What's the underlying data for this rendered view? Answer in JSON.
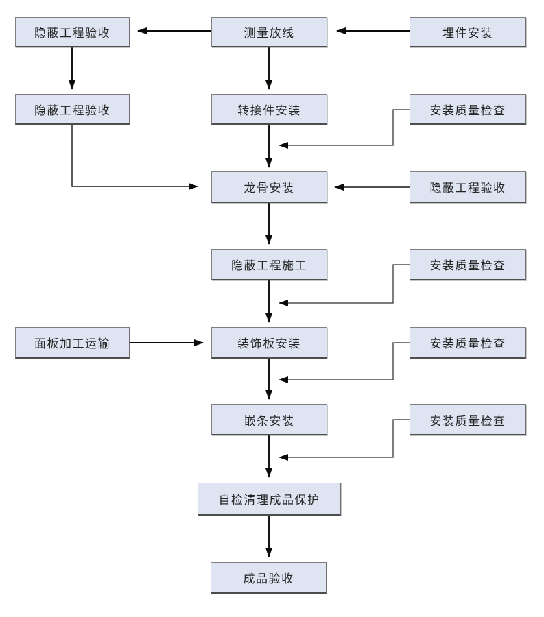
{
  "diagram": {
    "type": "flowchart",
    "colors": {
      "background": "#ffffff",
      "node_fill": "#dee4f2",
      "node_border": "#7f7f7f",
      "line": "#0a0a0a"
    },
    "nodes": {
      "hidden_acceptance_top": {
        "label": "隐蔽工程验收"
      },
      "survey_layout": {
        "label": "测量放线"
      },
      "embedded_parts": {
        "label": "埋件安装"
      },
      "hidden_acceptance_2": {
        "label": "隐蔽工程验收"
      },
      "adapter_install": {
        "label": "转接件安装"
      },
      "quality_check_1": {
        "label": "安装质量检查"
      },
      "keel_install": {
        "label": "龙骨安装"
      },
      "hidden_acceptance_3": {
        "label": "隐蔽工程验收"
      },
      "concealed_construction": {
        "label": "隐蔽工程施工"
      },
      "quality_check_2": {
        "label": "安装质量检查"
      },
      "panel_processing": {
        "label": "面板加工运输"
      },
      "decorative_panel": {
        "label": "装饰板安装"
      },
      "quality_check_3": {
        "label": "安装质量检查"
      },
      "trim_install": {
        "label": "嵌条安装"
      },
      "quality_check_4": {
        "label": "安装质量检查"
      },
      "self_check_protection": {
        "label": "自检清理成品保护"
      },
      "product_acceptance": {
        "label": "成品验收"
      }
    },
    "edges": [
      {
        "from": "embedded_parts",
        "to": "survey_layout"
      },
      {
        "from": "survey_layout",
        "to": "hidden_acceptance_top"
      },
      {
        "from": "hidden_acceptance_top",
        "to": "hidden_acceptance_2"
      },
      {
        "from": "survey_layout",
        "to": "adapter_install"
      },
      {
        "from": "adapter_install",
        "to": "keel_install"
      },
      {
        "from": "quality_check_1",
        "to": "keel_install"
      },
      {
        "from": "hidden_acceptance_2",
        "to": "keel_install"
      },
      {
        "from": "hidden_acceptance_3",
        "to": "keel_install"
      },
      {
        "from": "keel_install",
        "to": "concealed_construction"
      },
      {
        "from": "concealed_construction",
        "to": "decorative_panel"
      },
      {
        "from": "quality_check_2",
        "to": "decorative_panel"
      },
      {
        "from": "panel_processing",
        "to": "decorative_panel"
      },
      {
        "from": "decorative_panel",
        "to": "trim_install"
      },
      {
        "from": "quality_check_3",
        "to": "trim_install"
      },
      {
        "from": "trim_install",
        "to": "self_check_protection"
      },
      {
        "from": "quality_check_4",
        "to": "self_check_protection"
      },
      {
        "from": "self_check_protection",
        "to": "product_acceptance"
      }
    ]
  }
}
